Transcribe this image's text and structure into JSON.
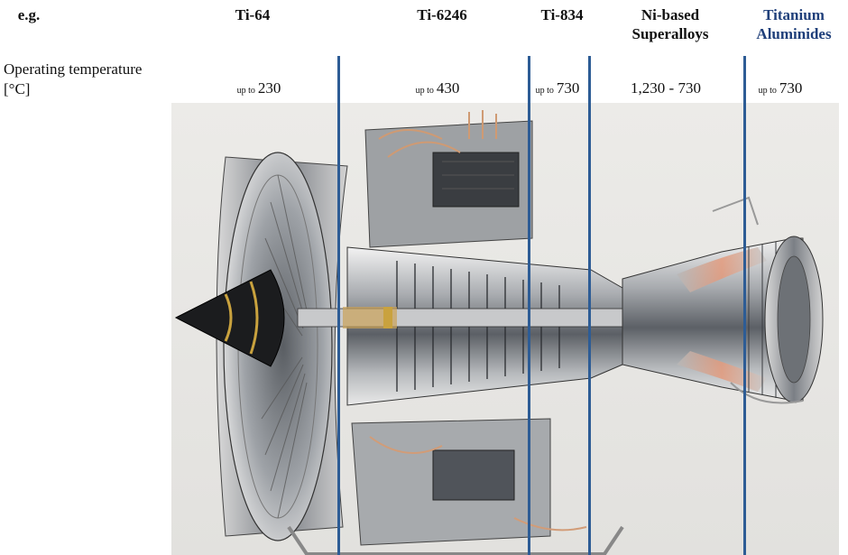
{
  "header": {
    "eg": "e.g.",
    "columns": [
      {
        "name": "Ti-64",
        "temp_prefix": "up to",
        "temp": "230"
      },
      {
        "name": "Ti-6246",
        "temp_prefix": "up to",
        "temp": "430"
      },
      {
        "name": "Ti-834",
        "temp_prefix": "up to",
        "temp": "730"
      },
      {
        "name_line1": "Ni-based",
        "name_line2": "Superalloys",
        "temp": "1,230 - 730"
      },
      {
        "name_line1": "Titanium",
        "name_line2": "Aluminides",
        "temp_prefix": "up to",
        "temp": "730"
      }
    ]
  },
  "row_label": {
    "line1": "Operating temperature",
    "line2": "[°C]"
  },
  "colors": {
    "divider": "#2d5c95",
    "aluminides_header": "#1f3f7a"
  }
}
